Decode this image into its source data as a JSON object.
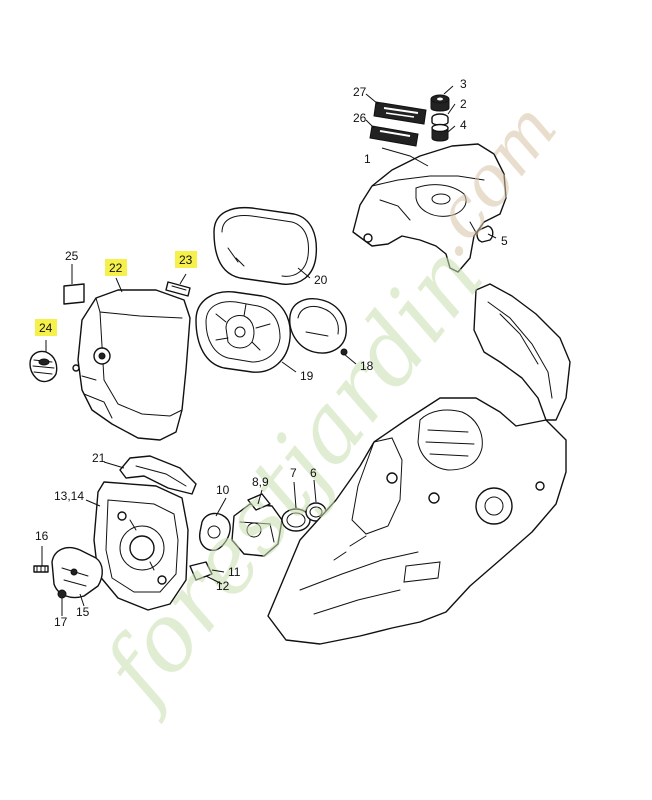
{
  "watermark": {
    "main": "forestjardin",
    "suffix": ".com"
  },
  "callouts": [
    {
      "id": "p1",
      "text": "1",
      "highlighted": false
    },
    {
      "id": "p2",
      "text": "2",
      "highlighted": false
    },
    {
      "id": "p3",
      "text": "3",
      "highlighted": false
    },
    {
      "id": "p4",
      "text": "4",
      "highlighted": false
    },
    {
      "id": "p5",
      "text": "5",
      "highlighted": false
    },
    {
      "id": "p6",
      "text": "6",
      "highlighted": false
    },
    {
      "id": "p7",
      "text": "7",
      "highlighted": false
    },
    {
      "id": "p89",
      "text": "8,9",
      "highlighted": false
    },
    {
      "id": "p10",
      "text": "10",
      "highlighted": false
    },
    {
      "id": "p11",
      "text": "11",
      "highlighted": false
    },
    {
      "id": "p12",
      "text": "12",
      "highlighted": false
    },
    {
      "id": "p1314",
      "text": "13,14",
      "highlighted": false
    },
    {
      "id": "p15",
      "text": "15",
      "highlighted": false
    },
    {
      "id": "p16",
      "text": "16",
      "highlighted": false
    },
    {
      "id": "p17",
      "text": "17",
      "highlighted": false
    },
    {
      "id": "p18",
      "text": "18",
      "highlighted": false
    },
    {
      "id": "p19",
      "text": "19",
      "highlighted": false
    },
    {
      "id": "p20",
      "text": "20",
      "highlighted": false
    },
    {
      "id": "p21",
      "text": "21",
      "highlighted": false
    },
    {
      "id": "p22",
      "text": "22",
      "highlighted": true
    },
    {
      "id": "p23",
      "text": "23",
      "highlighted": true
    },
    {
      "id": "p24",
      "text": "24",
      "highlighted": true
    },
    {
      "id": "p25",
      "text": "25",
      "highlighted": false
    },
    {
      "id": "p26",
      "text": "26",
      "highlighted": false
    },
    {
      "id": "p27",
      "text": "27",
      "highlighted": false
    }
  ],
  "colors": {
    "highlight": "#f6f04a",
    "line": "#111111",
    "watermark_green": "#c9dfae",
    "watermark_tan": "#d7c2a6"
  }
}
